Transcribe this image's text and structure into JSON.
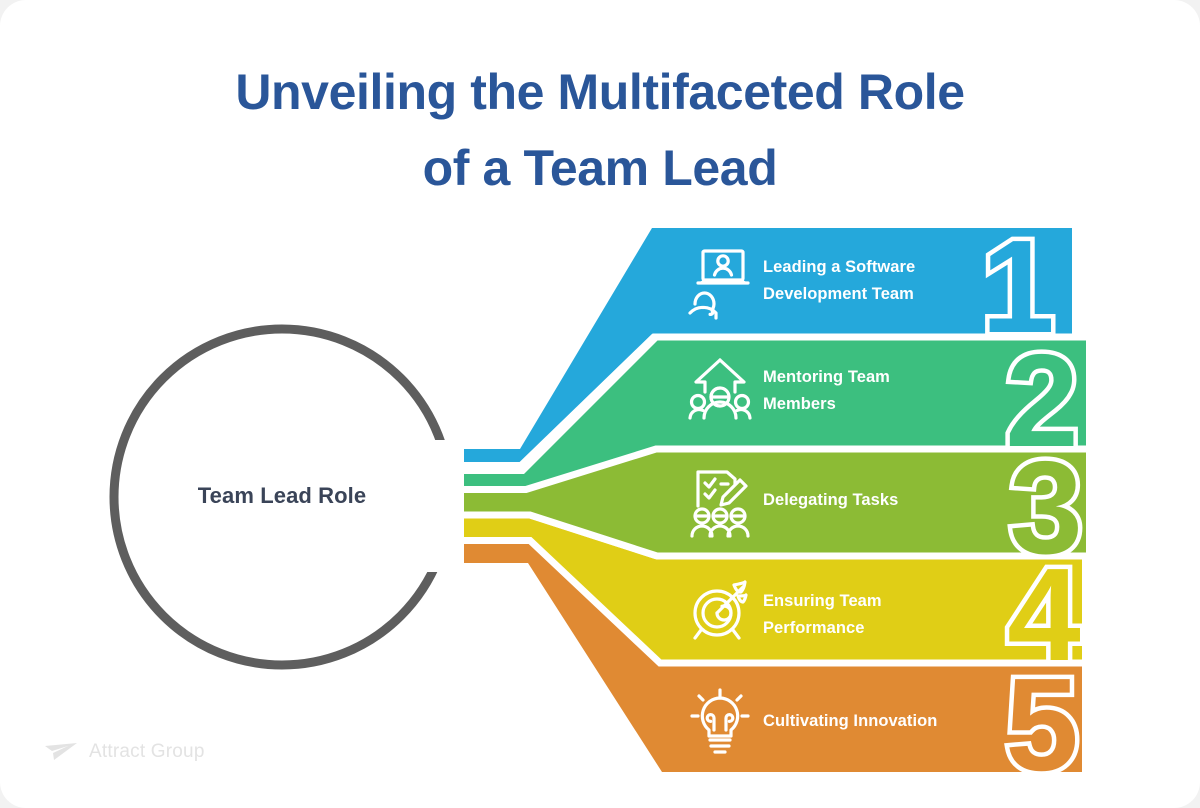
{
  "page": {
    "background": "#ffffff",
    "outer_background": "#f2f2f2"
  },
  "title": {
    "line1": "Unveiling the Multifaceted Role",
    "line2": "of a Team Lead",
    "color": "#2a5699"
  },
  "hub": {
    "label": "Team Lead Role",
    "ring_color": "#5e5e5e",
    "text_color": "#3a4458"
  },
  "bands": [
    {
      "number": "1",
      "label_line1": "Leading a Software",
      "label_line2": "Development Team",
      "color": "#25a8db",
      "icon": "laptop-person-icon"
    },
    {
      "number": "2",
      "label_line1": "Mentoring Team",
      "label_line2": "Members",
      "color": "#3cbf7f",
      "icon": "arrow-up-people-icon"
    },
    {
      "number": "3",
      "label_line1": "Delegating Tasks",
      "label_line2": "",
      "color": "#8cbb35",
      "icon": "checklist-pencil-people-icon"
    },
    {
      "number": "4",
      "label_line1": "Ensuring Team",
      "label_line2": "Performance",
      "color": "#e0ce16",
      "icon": "target-arrow-icon"
    },
    {
      "number": "5",
      "label_line1": "Cultivating Innovation",
      "label_line2": "",
      "color": "#e08a33",
      "icon": "lightbulb-icon"
    }
  ],
  "footer": {
    "brand": "Attract Group",
    "logo_icon": "paper-plane-icon",
    "color": "#e3e3e3"
  }
}
